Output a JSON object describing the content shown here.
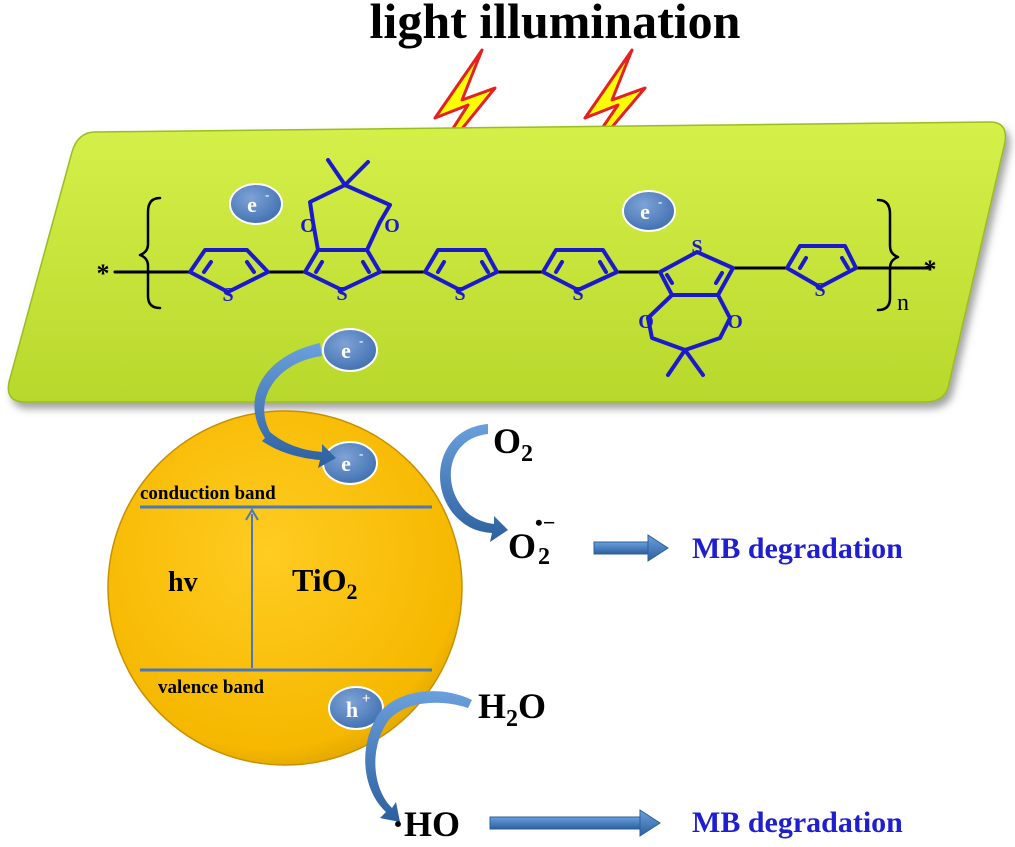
{
  "title": "light illumination",
  "polymer": {
    "sulfur_label": "S",
    "oxygen_label": "O",
    "end_star": "*",
    "repeat_index": "n",
    "electron": "e",
    "electron_sup": "-"
  },
  "tio2": {
    "name": "TiO",
    "name_sub": "2",
    "conduction_band": "conduction band",
    "valence_band": "valence band",
    "excitation": "hv",
    "hole": "h",
    "hole_sup": "+"
  },
  "reactions": {
    "o2": "O",
    "o2_sub": "2",
    "superoxide": "O",
    "superoxide_sub": "2",
    "superoxide_sup": "•−",
    "h2o_h": "H",
    "h2o_sub": "2",
    "h2o_o": "O",
    "hydroxyl": "·HO",
    "mb_degradation_1": "MB degradation",
    "mb_degradation_2": "MB degradation"
  },
  "colors": {
    "title": "#000000",
    "polymer_plane": "#ccea3c",
    "polymer_structure": "#1a1acc",
    "electron_badge": "#4f7fbf",
    "tio2_sphere": "#ffc000",
    "band_line": "#4a78b8",
    "curved_arrow": "#3a6fb0",
    "mb_text": "#1f1fd0",
    "bolt_fill": "#ffff00",
    "bolt_stroke": "#e52020"
  }
}
